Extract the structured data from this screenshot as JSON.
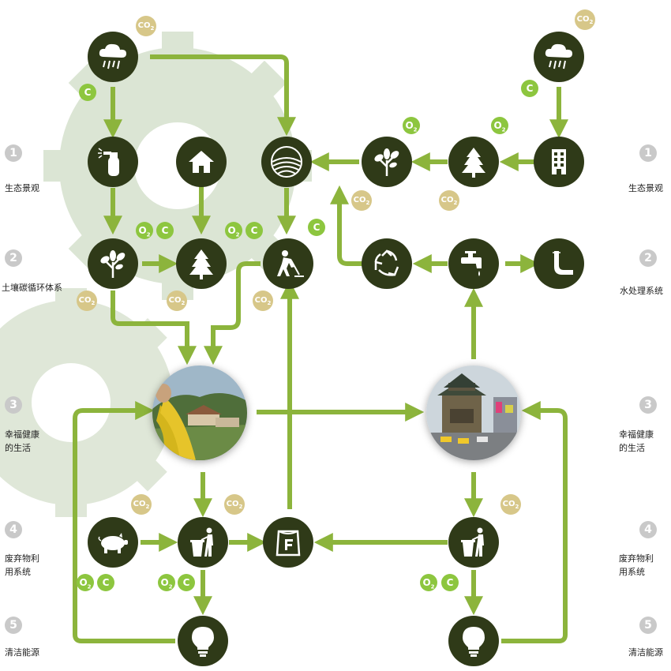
{
  "colors": {
    "node_fill": "#2f3a18",
    "arrow": "#8cb43c",
    "co2_badge": "#d7c789",
    "o2_c_badge": "#8dc63f",
    "gear": "#dbe5d4",
    "step_number": "#c9c9c9"
  },
  "left_labels": [
    {
      "num": "1",
      "text": "生态景观"
    },
    {
      "num": "2",
      "text": "土壤碳循环体系"
    },
    {
      "num": "3",
      "text": "幸福健康的生活"
    },
    {
      "num": "4",
      "text": "废弃物利用系统"
    },
    {
      "num": "5",
      "text": "清洁能源"
    }
  ],
  "right_labels": [
    {
      "num": "1",
      "text": "生态景观"
    },
    {
      "num": "2",
      "text": "水处理系统"
    },
    {
      "num": "3",
      "text": "幸福健康的生活"
    },
    {
      "num": "4",
      "text": "废弃物利用系统"
    },
    {
      "num": "5",
      "text": "清洁能源"
    }
  ],
  "badges": {
    "co2_main": "CO",
    "co2_sub": "2",
    "o2_main": "O",
    "o2_sub": "2",
    "c": "C"
  },
  "icons": {
    "rain_left": "rain-cloud-icon",
    "rain_right": "rain-cloud-icon",
    "spray": "spray-bottle-icon",
    "house": "house-icon",
    "soil": "soil-layers-icon",
    "plant_top": "plant-icon",
    "tree_top": "pine-tree-icon",
    "building": "building-icon",
    "plant_mid": "plant-icon",
    "tree_mid": "pine-tree-icon",
    "worker": "gardener-icon",
    "recycle": "recycle-icon",
    "tap": "water-tap-icon",
    "outflow": "drain-pipe-icon",
    "pig": "pig-icon",
    "trash_left": "trash-bin-icon",
    "fertilizer": "fertilizer-bag-icon",
    "trash_right": "trash-bin-icon",
    "bulb_left": "light-bulb-icon",
    "bulb_right": "light-bulb-icon",
    "rural_photo": "rural-life-photo",
    "city_photo": "city-life-photo"
  }
}
